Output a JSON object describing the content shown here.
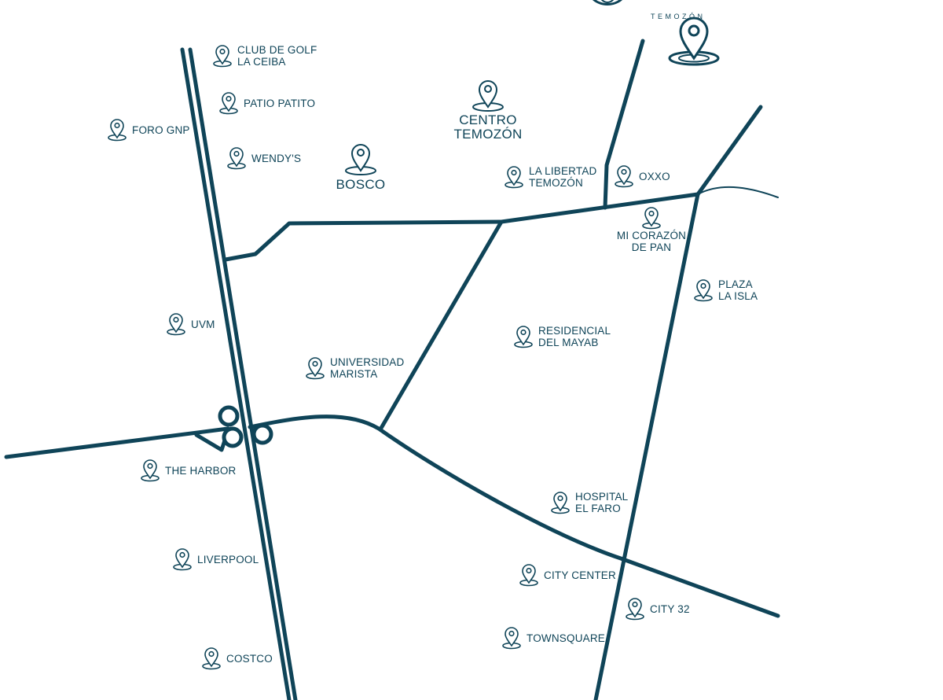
{
  "brand": {
    "text": "TEMOZÓN"
  },
  "colors": {
    "ink": "#0f4458",
    "background": "#ffffff"
  },
  "icons": {
    "poi": "location-pin-icon",
    "project": "location-pin-large-icon"
  },
  "major_places": [
    {
      "label": "CENTRO\nTEMOZÓN"
    },
    {
      "label": "BOSCO"
    }
  ],
  "project_marker": {
    "label": ""
  },
  "pois": [
    {
      "label": "CLUB DE GOLF\nLA CEIBA"
    },
    {
      "label": "PATIO PATITO"
    },
    {
      "label": "FORO GNP"
    },
    {
      "label": "WENDY'S"
    },
    {
      "label": "LA LIBERTAD\nTEMOZÓN"
    },
    {
      "label": "OXXO"
    },
    {
      "label": "MI CORAZÓN\nDE PAN"
    },
    {
      "label": "PLAZA\nLA ISLA"
    },
    {
      "label": "UVM"
    },
    {
      "label": "UNIVERSIDAD\nMARISTA"
    },
    {
      "label": "RESIDENCIAL\nDEL MAYAB"
    },
    {
      "label": "THE HARBOR"
    },
    {
      "label": "HOSPITAL\nEL FARO"
    },
    {
      "label": "LIVERPOOL"
    },
    {
      "label": "CITY CENTER"
    },
    {
      "label": "CITY 32"
    },
    {
      "label": "TOWNSQUARE"
    },
    {
      "label": "COSTCO"
    }
  ]
}
